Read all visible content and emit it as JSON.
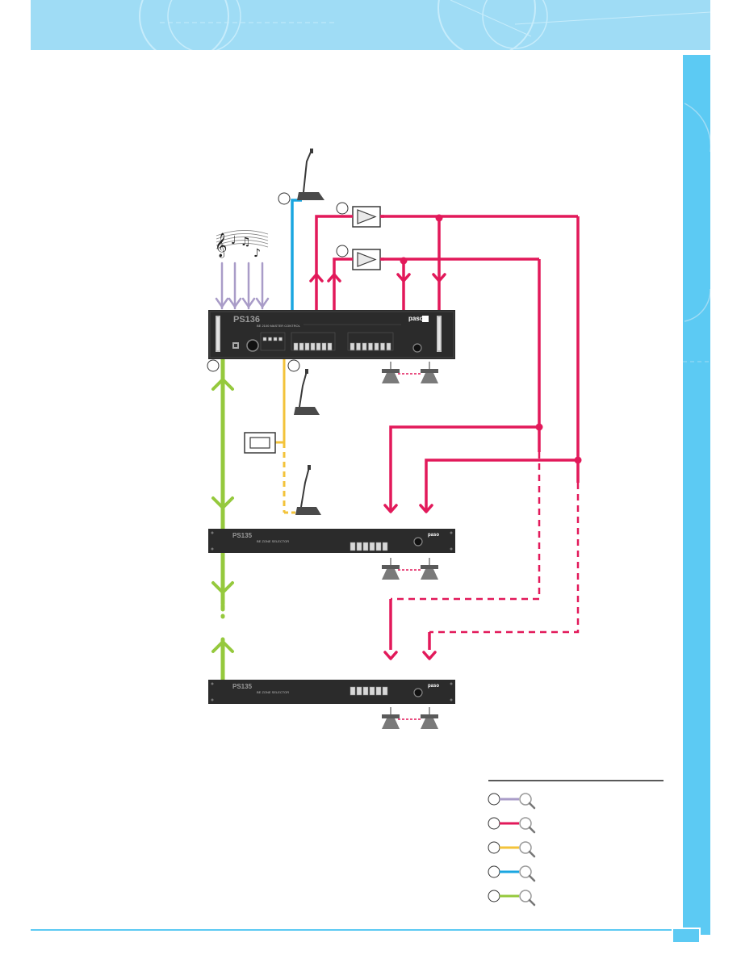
{
  "header": {
    "band_color": "#9fdcf5"
  },
  "sidebar": {
    "color": "#5ccaf3"
  },
  "devices": {
    "master_control": {
      "model": "PS136",
      "subtitle": "BE 2100 MASTER CONTROL",
      "brand": "paso"
    },
    "zone_selector_1": {
      "model": "PS135",
      "subtitle": "BE ZONE SELECTOR",
      "brand": "paso"
    },
    "zone_selector_2": {
      "model": "PS135",
      "subtitle": "BE ZONE SELECTOR",
      "brand": "paso"
    }
  },
  "legend": {
    "items": [
      {
        "color": "#a99cc8",
        "icon": "magnifier-icon"
      },
      {
        "color": "#e2195a",
        "icon": "magnifier-icon"
      },
      {
        "color": "#f3c33a",
        "icon": "magnifier-icon"
      },
      {
        "color": "#1aa6e0",
        "icon": "magnifier-icon"
      },
      {
        "color": "#95c93d",
        "icon": "magnifier-icon"
      }
    ]
  },
  "colors": {
    "music": "#a99cc8",
    "speaker_line": "#e2195a",
    "paging": "#f3c33a",
    "mic_line": "#1aa6e0",
    "bus": "#95c93d",
    "rack": "#2b2b2b"
  }
}
